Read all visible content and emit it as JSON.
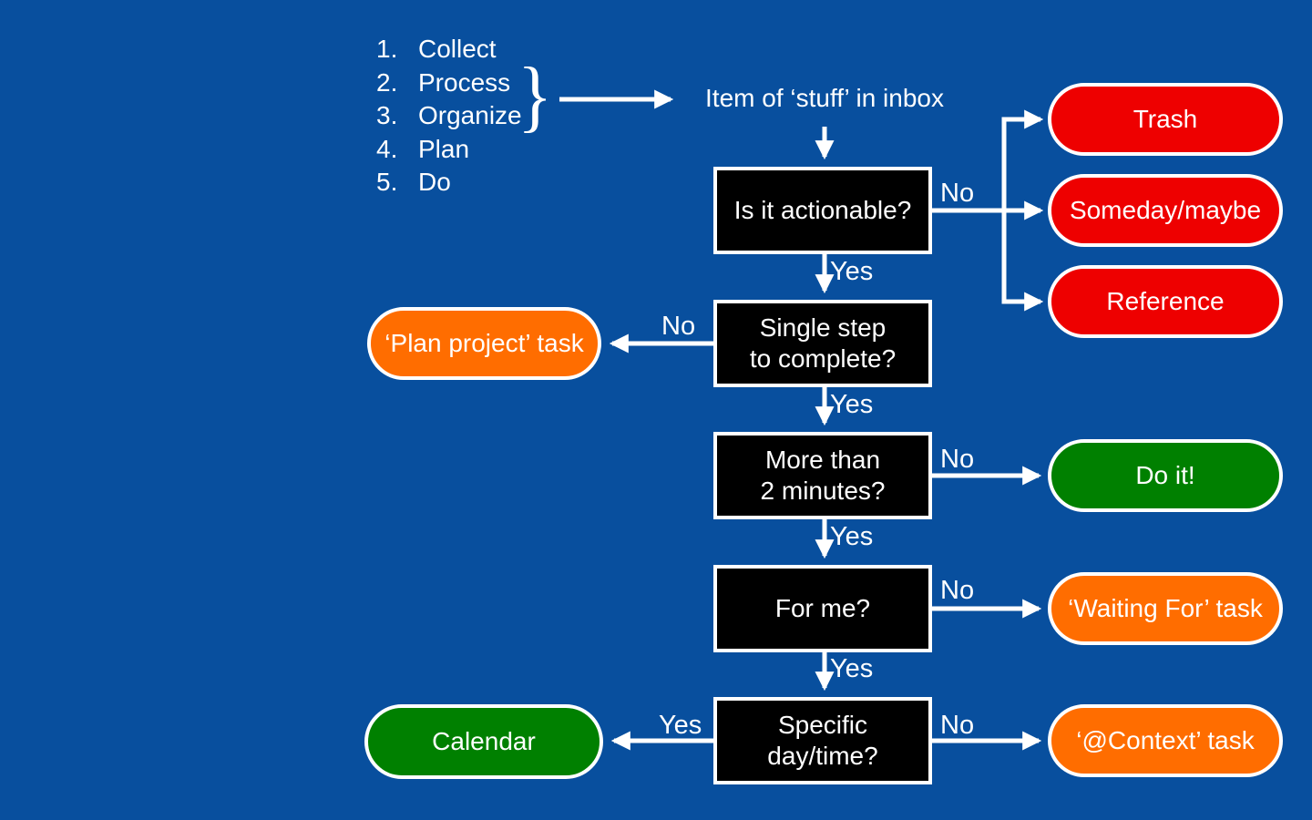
{
  "canvas": {
    "bg": "#084F9E"
  },
  "colors": {
    "background_blue": "#084F9E",
    "terminal_red": "#EE0000",
    "terminal_orange": "#FF6D00",
    "terminal_green": "#008000",
    "decision_black": "#000000",
    "line_white": "#FFFFFF"
  },
  "process_list": [
    {
      "num": "1.",
      "label": "Collect"
    },
    {
      "num": "2.",
      "label": "Process"
    },
    {
      "num": "3.",
      "label": "Organize"
    },
    {
      "num": "4.",
      "label": "Plan"
    },
    {
      "num": "5.",
      "label": "Do"
    }
  ],
  "brace": {
    "glyph": "}"
  },
  "inbox": {
    "label": "Item of ‘stuff’ in inbox"
  },
  "decisions": [
    {
      "lines": [
        "Is it actionable?"
      ]
    },
    {
      "lines": [
        "Single step",
        "to complete?"
      ]
    },
    {
      "lines": [
        "More than",
        "2 minutes?"
      ]
    },
    {
      "lines": [
        "For me?"
      ]
    },
    {
      "lines": [
        "Specific",
        "day/time?"
      ]
    }
  ],
  "terminals": {
    "trash": {
      "label": "Trash",
      "color": "#EE0000"
    },
    "someday": {
      "label": "Someday/maybe",
      "color": "#EE0000"
    },
    "reference": {
      "label": "Reference",
      "color": "#EE0000"
    },
    "plan_project": {
      "label": "‘Plan project’ task",
      "color": "#FF6D00"
    },
    "do_it": {
      "label": "Do it!",
      "color": "#008000"
    },
    "waiting_for": {
      "label": "‘Waiting For’ task",
      "color": "#FF6D00"
    },
    "calendar": {
      "label": "Calendar",
      "color": "#008000"
    },
    "context": {
      "label": "‘@Context’ task",
      "color": "#FF6D00"
    }
  },
  "edge_labels": {
    "yes": "Yes",
    "no": "No"
  }
}
